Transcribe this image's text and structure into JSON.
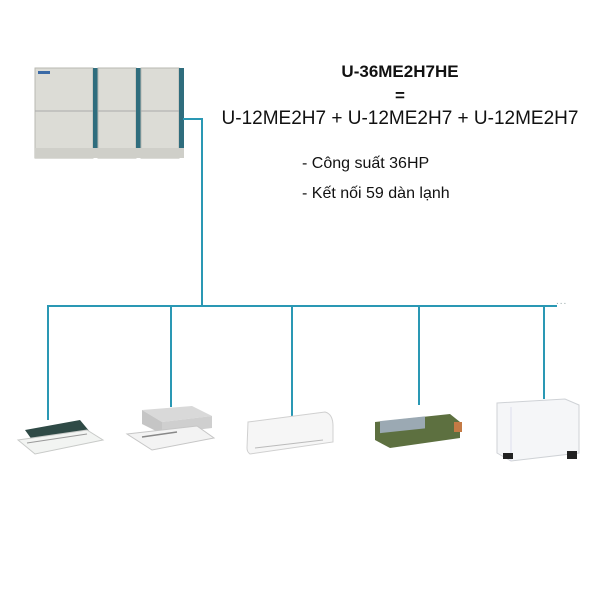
{
  "outdoor_unit": {
    "combined_model": "U-36ME2H7HE",
    "equals": "=",
    "formula": "U-12ME2H7 + U-12ME2H7 + U-12ME2H7",
    "modules": [
      "U-12ME2H7",
      "U-12ME2H7",
      "U-12ME2H7"
    ]
  },
  "specs": [
    "- Công suất 36HP",
    "- Kết nối 59 dàn lạnh"
  ],
  "continuation": "...",
  "indoor_units": [
    {
      "type": "1-way ceiling cassette"
    },
    {
      "type": "4-way ceiling cassette"
    },
    {
      "type": "wall-mounted"
    },
    {
      "type": "ceiling concealed ducted"
    },
    {
      "type": "floor standing concealed"
    }
  ],
  "colors": {
    "pipe": "#2a98b4",
    "unit_body": "#dcdcd6",
    "unit_accent": "#2f6d7d"
  }
}
